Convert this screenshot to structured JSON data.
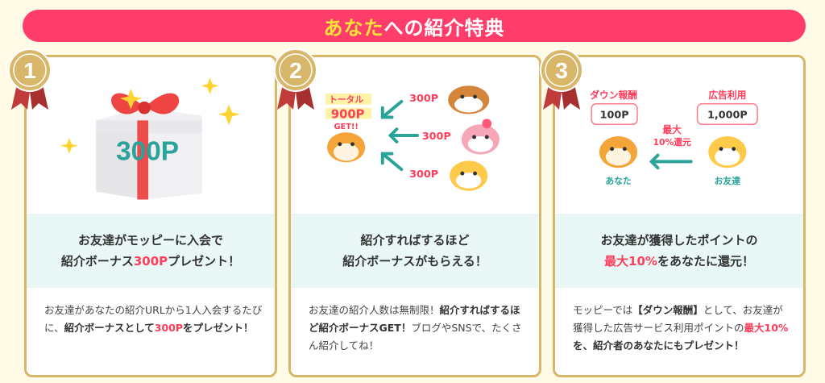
{
  "banner": {
    "highlight": "あなた",
    "rest": "への紹介特典"
  },
  "cards": [
    {
      "number": "1",
      "gift_points": "300P",
      "band": {
        "line1": "お友達がモッピーに入会で",
        "line2_pre": "紹介ボーナス",
        "line2_red": "300P",
        "line2_post": "プレゼント！"
      },
      "desc": {
        "p1": "お友達があなたの紹介URLから1人入会するたびに、",
        "b1": "紹介ボーナスとして",
        "red": "300P",
        "b2": "をプレゼント！"
      }
    },
    {
      "number": "2",
      "total_label": "トータル",
      "total_points": "900P",
      "get_label": "GET!!",
      "rows": [
        "300P",
        "300P",
        "300P"
      ],
      "band": {
        "line1": "紹介すればするほど",
        "line2": "紹介ボーナスがもらえる！"
      },
      "desc": {
        "p1": "お友達の紹介人数は無制限！",
        "b1": "紹介すればするほど紹介ボーナスGET！",
        "p2": "ブログやSNSで、たくさん紹介してね！"
      }
    },
    {
      "number": "3",
      "left_label": "ダウン報酬",
      "left_points": "100P",
      "right_label": "広告利用",
      "right_points": "1,000P",
      "arrow_line1": "最大",
      "arrow_line2": "10%還元",
      "left_name": "あなた",
      "right_name": "お友達",
      "band": {
        "line1": "お友達が獲得したポイントの",
        "line2_red": "最大10%",
        "line2_post": "をあなたに還元！"
      },
      "desc": {
        "p1": "モッピーでは",
        "b1": "【ダウン報酬】",
        "p2": "として、お友達が獲得した広告サービス利用ポイントの",
        "red": "最大10%",
        "b2": "を、紹介者のあなたにもプレゼント！"
      }
    }
  ],
  "colors": {
    "accent": "#ff3d6a",
    "highlight": "#ffe23a",
    "teal": "#2aa39a",
    "gold": "#d8b76b",
    "red_text": "#ff3d5a"
  }
}
